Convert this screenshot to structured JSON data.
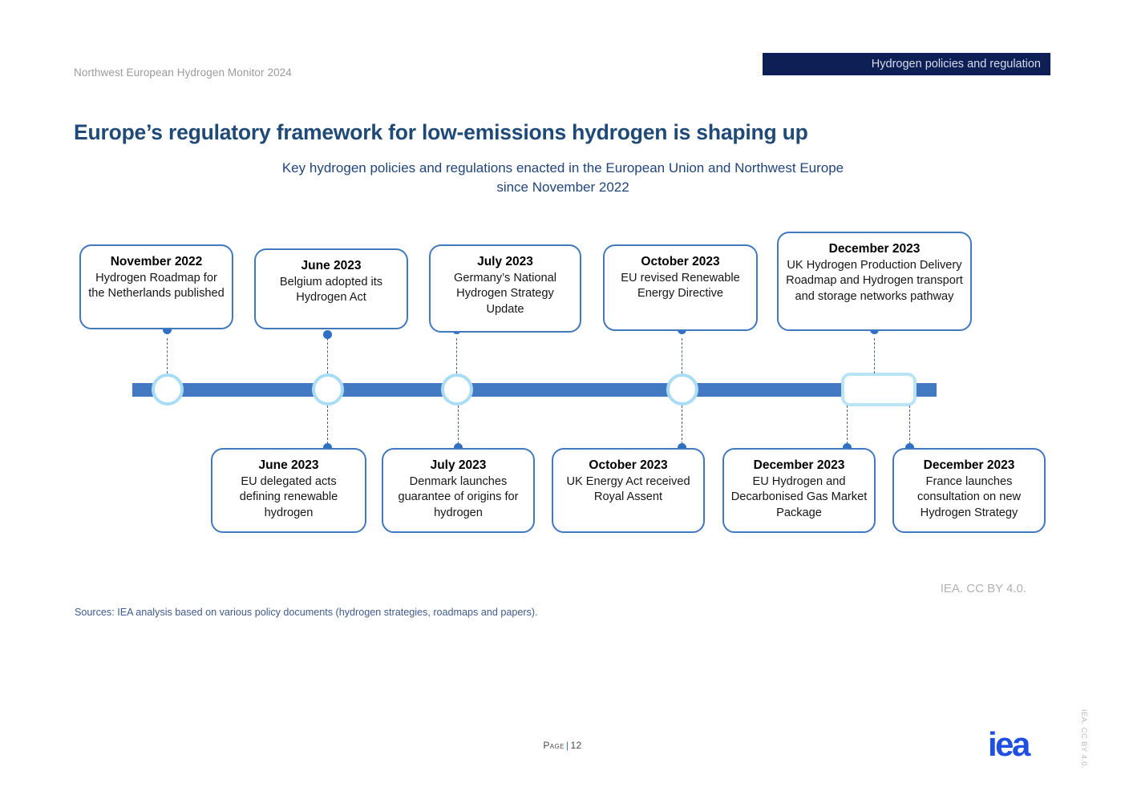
{
  "header": {
    "kicker": "Northwest European Hydrogen Monitor 2024",
    "section_banner": "Hydrogen policies and regulation",
    "title": "Europe’s regulatory framework for low-emissions hydrogen is shaping up"
  },
  "chart": {
    "subtitle_line1": "Key hydrogen policies and regulations enacted in the European Union and Northwest Europe",
    "subtitle_line2": "since November 2022"
  },
  "chart_data": {
    "type": "timeline",
    "title": "Key hydrogen policies and regulations enacted in the European Union and Northwest Europe since November 2022",
    "axis_start": "November 2022",
    "axis_end": "December 2023",
    "events_above": [
      {
        "date": "November 2022",
        "description": "Hydrogen Roadmap for the Netherlands published"
      },
      {
        "date": "June 2023",
        "description": "Belgium adopted its Hydrogen Act"
      },
      {
        "date": "July 2023",
        "description": "Germany’s National Hydrogen Strategy Update"
      },
      {
        "date": "October 2023",
        "description": "EU revised Renewable Energy Directive"
      },
      {
        "date": "December 2023",
        "description": "UK Hydrogen Production Delivery Roadmap and Hydrogen transport and storage networks pathway"
      }
    ],
    "events_below": [
      {
        "date": "June 2023",
        "description": "EU delegated acts defining renewable hydrogen"
      },
      {
        "date": "July 2023",
        "description": "Denmark launches guarantee of origins for hydrogen"
      },
      {
        "date": "October 2023",
        "description": "UK Energy Act received Royal Assent"
      },
      {
        "date": "December 2023",
        "description": "EU Hydrogen and Decarbonised Gas Market Package"
      },
      {
        "date": "December 2023",
        "description": "France launches consultation on new Hydrogen Strategy"
      }
    ],
    "markers": [
      {
        "label": "November 2022",
        "shape": "circle"
      },
      {
        "label": "June 2023",
        "shape": "circle"
      },
      {
        "label": "July 2023",
        "shape": "circle"
      },
      {
        "label": "October 2023",
        "shape": "circle"
      },
      {
        "label": "December 2023",
        "shape": "rounded-rect"
      }
    ],
    "colors": {
      "bar": "#4279c2",
      "marker_ring": "#a9ddf6",
      "card_border": "#4178c0",
      "connector": "#49618f",
      "dot": "#2f6fc4"
    }
  },
  "footer": {
    "cc_note": "IEA. CC BY 4.0.",
    "sources": "Sources: IEA analysis based on various policy documents (hydrogen strategies, roadmaps and papers).",
    "page_label": "Page",
    "page_separator": "|",
    "page_value": "12",
    "logo_text": "iea",
    "vertical_cc": "IEA. CC BY 4.0."
  }
}
